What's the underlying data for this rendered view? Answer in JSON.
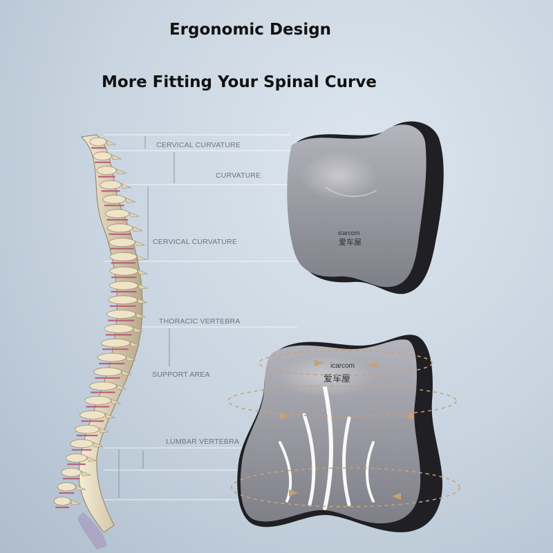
{
  "heading": {
    "title": "Ergonomic Design",
    "subtitle": "More Fitting Your Spinal Curve"
  },
  "spine_labels": [
    "CERVICAL CURVATURE",
    "CURVATURE",
    "CERVICAL CURVATURE",
    "THORACIC VERTEBRA",
    "SUPPORT AREA",
    "LUMBAR VERTEBRA"
  ],
  "brand": {
    "wordmark": "icarcom",
    "chinese": "爱车屋"
  },
  "colors": {
    "pillow": "#9a9aa3",
    "pillow_dark": "#1f1f24",
    "bone": "#e8dcc0",
    "disc": "#b8607e",
    "guide_line": "#ffffff"
  }
}
